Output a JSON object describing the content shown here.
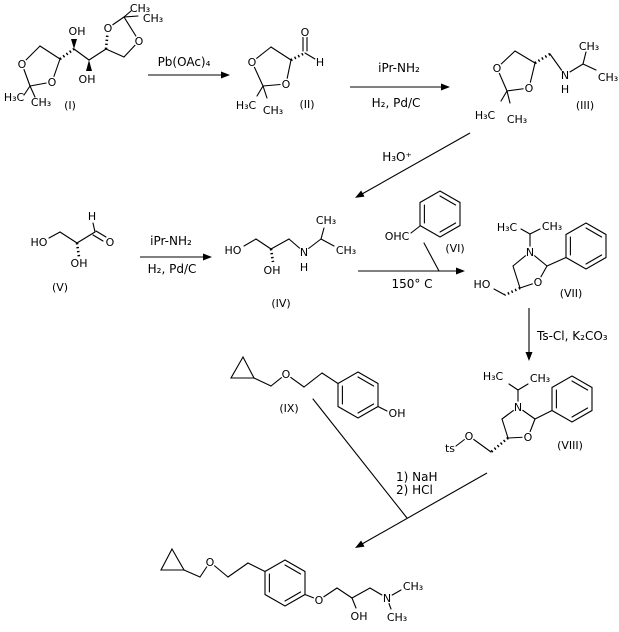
{
  "scheme": {
    "atoms": {
      "O": "O",
      "N": "N",
      "H": "H",
      "OH": "OH",
      "HO": "HO",
      "CH3": "CH₃",
      "H3C": "H₃C",
      "OHC": "OHC",
      "TS": "ts"
    },
    "compounds": {
      "c1": "(I)",
      "c2": "(II)",
      "c3": "(III)",
      "c4": "(IV)",
      "c5": "(V)",
      "c6": "(VI)",
      "c7": "(VII)",
      "c8": "(VIII)",
      "c9": "(IX)"
    },
    "reagents": {
      "pb_oac4": "Pb(OAc)₄",
      "ipr_nh2": "iPr-NH₂",
      "h2_pdc": "H₂, Pd/C",
      "h3o_plus": "H₃O⁺",
      "temp_150": "150° C",
      "tscl_k2co3": "Ts-Cl,  K₂CO₃",
      "step_nah": "1)  NaH",
      "step_hcl": "2)  HCl"
    }
  }
}
